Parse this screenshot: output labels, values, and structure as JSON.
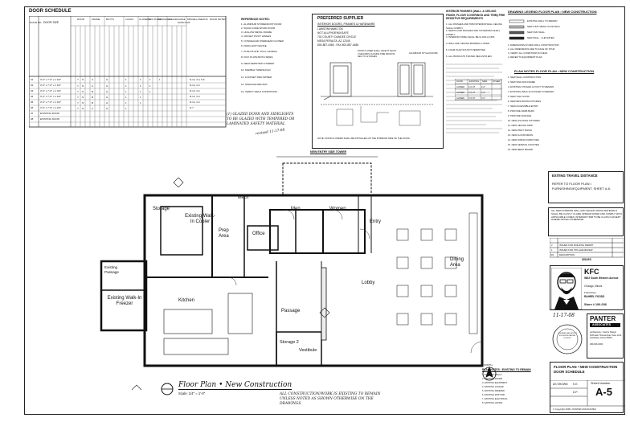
{
  "schedule": {
    "title": "DOOR SCHEDULE",
    "hdr_door_no": "DOOR NO.",
    "hdr_door_size": "DOOR SIZE",
    "hdr_door": "DOOR",
    "hdr_frame": "FRAME",
    "hdr_butts": "BUTTS",
    "hdr_locks": "LOCKS",
    "hdr_closers": "CLOSERS",
    "hdr_kick": "KICK PLATE",
    "hdr_thresh": "THRESHOLD",
    "hdr_check": "CHECKED HINGE",
    "hdr_door_stop": "DOOR STOP",
    "hdr_misc": "MISCELLANEOUS",
    "hdr_notes": "DOOR NOTES",
    "rows": [
      {
        "no": "01",
        "size": "3'-0\" x 7'-0\" x 1 3/4\"",
        "notes": "D-14, 4-4, 5-6"
      },
      {
        "no": "02",
        "size": "3'-0\" x 7'-0\" x 1 3/4\"",
        "notes": "D-14, 4-4"
      },
      {
        "no": "03",
        "size": "3'-0\" x 7'-0\" x 1 3/4\"",
        "notes": "D-14, 4-4"
      },
      {
        "no": "04",
        "size": "3'-0\" x 7'-0\" x 1 3/4\"",
        "notes": "D-14, 4-4"
      },
      {
        "no": "05",
        "size": "3'-0\" x 7'-0\" x 1 3/4\"",
        "notes": "D-14, 4-4"
      },
      {
        "no": "06",
        "size": "3'-0\" x 7'-0\" x 1 3/4\"",
        "notes": "D-7"
      },
      {
        "no": "07",
        "size": "EXISTING DOOR",
        "notes": ""
      },
      {
        "no": "08",
        "size": "EXISTING DOOR",
        "notes": ""
      }
    ]
  },
  "ref_notes": {
    "title": "REFERENCE NOTES:",
    "items": [
      "1. ALUMINUM STOREFRONT DOOR",
      "2. SOLID CORE WOOD DOOR",
      "3. HOLLOW METAL FRAME",
      "4. OFFSET PIVOT HINGES",
      "5. CONCEALED OVERHEAD CLOSER",
      "6. PANIC EXIT DEVICE",
      "7. PUSH PLATE / PULL HANDLE",
      "8. KICK PLATE BOTH SIDES",
      "9. WEATHERSTRIP & SWEEP",
      "10. MARBLE THRESHOLD",
      "11. LOCKSET PER OWNER",
      "12. SIGNAGE PER ADA",
      "13. VERIFY FIELD CONDITIONS"
    ],
    "handwritten": "(1) GLAZED DOOR AND SIDELIGHTS TO BE GLAZED WITH TEMPERED OR LAMINATED SAFETY MATERIAL",
    "date_stamp": "revised 11-17-08"
  },
  "supplier": {
    "title": "PREFERRED SUPPLIER",
    "subtitle": "INTERIOR DOORS, FRAMES & HARDWARE",
    "lines": [
      "LAWSON/HAMILTON",
      "NOT ALL/PHOENIX/SAFE",
      "702 COUNTY DUNDEE CIRCLE",
      "MESA PERALTA, AZ 12345",
      "800-887-4485 - FAX 800-887-4486"
    ],
    "detail_a": "DOOR CLOSER SHALL HAVE AT LEAST 3 SECONDS CLOSING TIME FROM 90 DEG TO 12 INCHES",
    "detail_b": "ALUMINUM STYLE DOORS",
    "note_bottom": "NOTE: DOOR CLOSERS SHALL BE INSTALLED ON THE INTERIOR SIDE OF THE DOOR."
  },
  "finishes": {
    "title": "INTERIOR FINISHES (WALL & CEILING FINISH, FLOOR COVERINGS AND TRIM) FIRE RESISTIVE REQUIREMENTS",
    "lines": [
      "1. ALL FINISHES AND TRIM INTERIOR WALL CEILING SHALL COMPLY",
      "2. NEW FLOOR FINISHES AND COVERINGS SHALL COMPLY",
      "3. INTERIOR FINISH SHALL BE CLASS A OR B",
      "4. WALL AND CEILING MATERIAL LISTED",
      "5. FOAM PLASTICS NOT PERMITTED",
      "6. ALL PRODUCTS TESTED PER ASTM E84"
    ]
  },
  "legend": {
    "title": "DRAWING LEGEND FLOOR PLAN • NEW CONSTRUCTION",
    "items": [
      "EXISTING WALL TO REMAIN",
      "NEW 3-5/8\" METAL STUD WALL",
      "NEW CMU WALL",
      "NEW WALL - 1 HR RATED"
    ],
    "notes": [
      "1. DIMENSIONS AT NEW WALL CONSTRUCTION",
      "2. ALL DIMENSIONS ARE TO FACE OF STUD",
      "3. VERIFY ALL CONDITIONS IN FIELD",
      "4. REFER TO EQUIPMENT PLAN"
    ]
  },
  "plan_notes": {
    "title": "PLAN NOTES FLOOR PLAN • NEW CONSTRUCTION",
    "table_hdr": [
      "DOOR",
      "EXISTING",
      "NEW",
      "OTHER"
    ],
    "table_rows": [
      [
        "CLOSER",
        "4'-0\" AT",
        "4'-0\""
      ],
      [
        "CLOSER",
        "3'-0\" AT",
        "4'-0\""
      ],
      [
        "CLOSER",
        "3'-0\" AT",
        "3'-0\""
      ]
    ],
    "items": [
      "1. NEW WALL CONSTRUCTION",
      "2. NEW SINK AND FRAME",
      "3. EXISTING KITCHEN LAYOUT TO REMAIN",
      "4. EXISTING WALK-IN COOLER TO REMAIN",
      "5. NEW TILE FLOOR",
      "6. NEW RESTROOM FIXTURES",
      "7. NEW ACCESSIBLE ENTRY",
      "8. PROVIDE GRAB BARS",
      "9. PROVIDE SIGNAGE",
      "10. NEW LIGHTING FIXTURES",
      "11. NEW CEILING GRID",
      "12. NEW PAINT FINISH",
      "13. NEW FLOOR DRAIN",
      "14. NEW DINING FURNITURE",
      "15. NEW SERVICE COUNTER",
      "16. NEW MENU BOARD"
    ]
  },
  "exiting": {
    "title": "EXITING TRAVEL DISTANCE",
    "text": "REFER TO FLOOR PLAN • FURNISHING/EQUIPMENT, SHEET A-6."
  },
  "wall_note": "ALL NEW INTERIOR WALL AND CEILING FINISH MATERIALS SHALL BE CLASS 'I' FLAME SPREAD RATED AND COMPLY WITH APPLICABLE CODES. INTERIOR TRIM TO BE CLASS II EXCEPT WHERE NOTED OTHERWISE.",
  "issues": {
    "title": "ISSUES",
    "rows": [
      [
        "2",
        "ISSUED FOR BUILDING PERMIT"
      ],
      [
        "1",
        "ISSUED FOR 75% A&E REVIEW"
      ],
      [
        "NO.",
        "DESCRIPTION"
      ]
    ]
  },
  "client": {
    "brand": "KFC",
    "address": "5602 South Western Avenue",
    "city": "Chicago, Illinois",
    "franchisee_label": "Franchisee",
    "franchisee": "RAHEEL FOODS",
    "store": "Store # 100-036"
  },
  "stamp": {
    "date": "11-17-08",
    "seal_text": "LICENSED ARCHITECT STEVEN M PANTER ILLINOIS"
  },
  "firm": {
    "name": "PANTER",
    "name2": "ASSOCIATES",
    "sub": "Architecture • Interior Design",
    "addr": "6215 East Thomas Road, Suite 1010 Scottsdale, Arizona 85251",
    "phone": "480-946-0000"
  },
  "sheet": {
    "title": "FLOOR PLAN • NEW CONSTRUCTION DOOR SCHEDULE",
    "number_label": "Sheet Number",
    "number": "A-5",
    "drawn": "K.E.",
    "checked": "D.P.",
    "job": "AS SHOWN",
    "copyright": "© Copyright 2008 • PANTER ASSOCIATES"
  },
  "existing_notes": {
    "title": "PLAN NOTES • EXISTING TO REMAIN",
    "items": [
      "1. EXISTING WALLS",
      "2. EXISTING DOORS",
      "3. EXISTING EQUIPMENT",
      "4. EXISTING COOLER",
      "5. EXISTING FREEZER",
      "6. EXISTING MOP SINK",
      "7. EXISTING ELECTRICAL",
      "8. EXISTING HOODS"
    ]
  },
  "plan": {
    "tower_label": "NEW ENTRY SIDE TOWER",
    "rooms": {
      "storage": "Storage",
      "cooler": "Existing Walk-In Cooler",
      "prep": "Prep Area",
      "mech": "Mech",
      "office": "Office",
      "men": "Men",
      "women": "Women",
      "entry": "Entry",
      "lobby": "Lobby",
      "dining": "Dining Area",
      "kitchen": "Kitchen",
      "passage": "Passage",
      "existing_passage": "Existing Passage",
      "freezer": "Existing Walk-In Freezer",
      "storage2": "Storage 2",
      "vestibule": "Vestibule"
    },
    "title": "Floor Plan • New Construction",
    "scale": "Scale: 1/4\" = 1'-0\"",
    "north": "NORTH",
    "general_note": "ALL CONSTRUCTION/WORK IS EXISTING TO REMAIN UNLESS NOTED AS SHOWN OTHERWISE ON THE DRAWINGS."
  }
}
